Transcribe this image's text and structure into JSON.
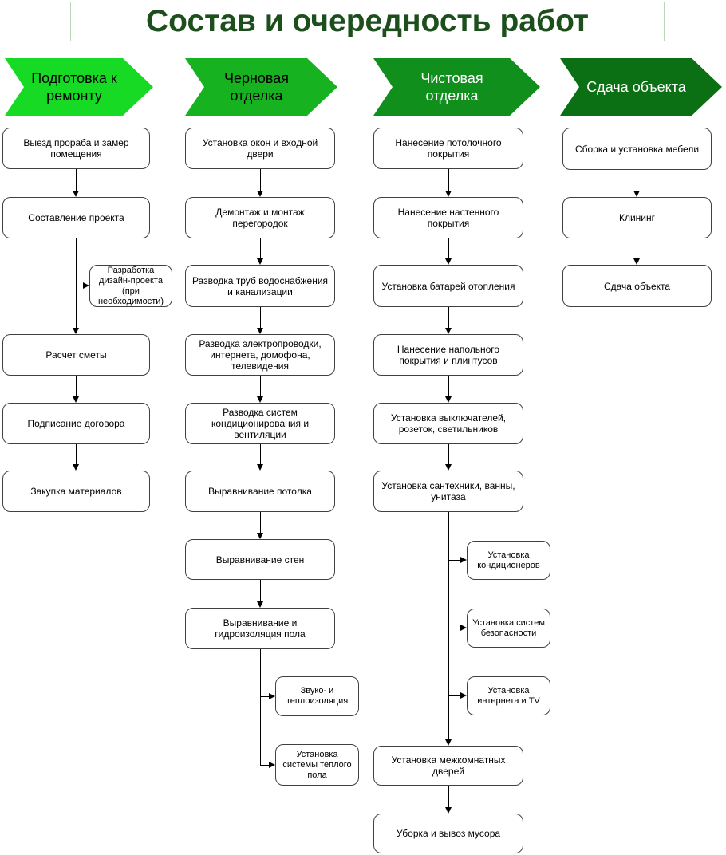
{
  "title": "Состав и очередность работ",
  "colors": {
    "title_text": "#1c4f1c",
    "title_border": "#b8d8b8",
    "stage_fills": [
      "#17da25",
      "#17b21f",
      "#108f1c",
      "#0b6f13"
    ],
    "stage_text_colors": [
      "#000000",
      "#000000",
      "#ffffff",
      "#ffffff"
    ],
    "node_border": "#404040",
    "connector": "#000000"
  },
  "columns": [
    {
      "header": "Подготовка к ремонту",
      "steps": [
        "Выезд прораба и замер помещения",
        "Составление проекта",
        "Расчет сметы",
        "Подписание договора",
        "Закупка материалов"
      ],
      "side_steps": [
        "Разработка дизайн-проекта (при необходимости)"
      ]
    },
    {
      "header": "Черновая отделка",
      "steps": [
        "Установка окон и входной двери",
        "Демонтаж и монтаж перегородок",
        "Разводка труб водоснабжения и канализации",
        "Разводка электропроводки, интернета, домофона, телевидения",
        "Разводка систем кондиционирования и вентиляции",
        "Выравнивание потолка",
        "Выравнивание стен",
        "Выравнивание и гидроизоляция пола"
      ],
      "side_steps": [
        "Звуко- и теплоизоляция",
        "Установка системы теплого пола"
      ]
    },
    {
      "header": "Чистовая отделка",
      "steps": [
        "Нанесение потолочного покрытия",
        "Нанесение настенного покрытия",
        "Установка батарей отопления",
        "Нанесение напольного покрытия и плинтусов",
        "Установка выключателей, розеток, светильников",
        "Установка сантехники, ванны, унитаза",
        "Установка межкомнатных дверей",
        "Уборка и вывоз мусора"
      ],
      "side_steps": [
        "Установка кондиционеров",
        "Установка систем безопасности",
        "Установка интернета и TV"
      ]
    },
    {
      "header": "Сдача объекта",
      "steps": [
        "Сборка и установка мебели",
        "Клининг",
        "Сдача объекта"
      ],
      "side_steps": []
    }
  ]
}
